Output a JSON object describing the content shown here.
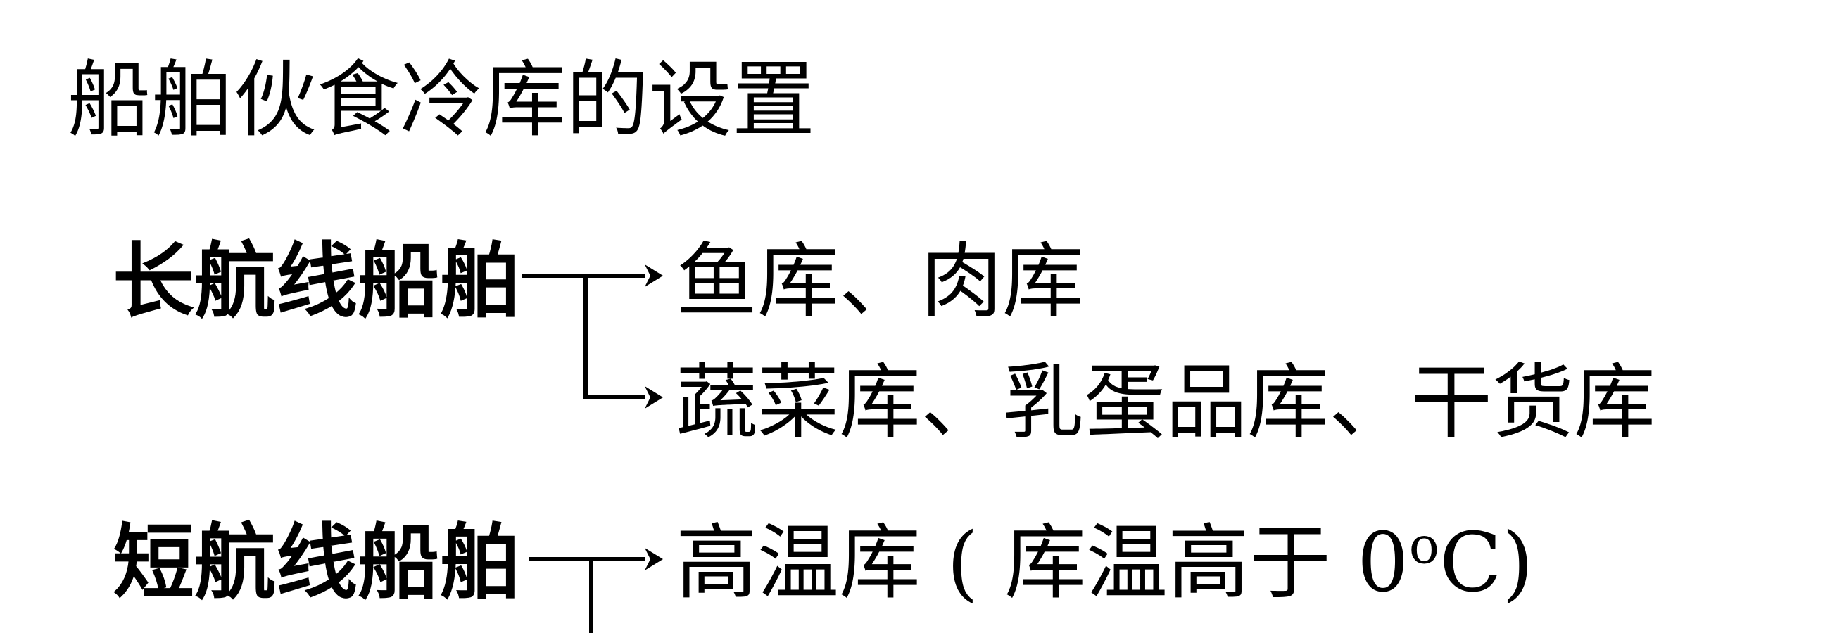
{
  "title": "船舶伙食冷库的设置",
  "groups": [
    {
      "label": "长航线船舶",
      "items": [
        "鱼库、肉库",
        "蔬菜库、乳蛋品库、干货库"
      ]
    },
    {
      "label": "短航线船舶",
      "items": [
        {
          "main": "高温库 ( 库温高于 0",
          "sup": "o",
          "tail": "C)"
        }
      ]
    }
  ]
}
